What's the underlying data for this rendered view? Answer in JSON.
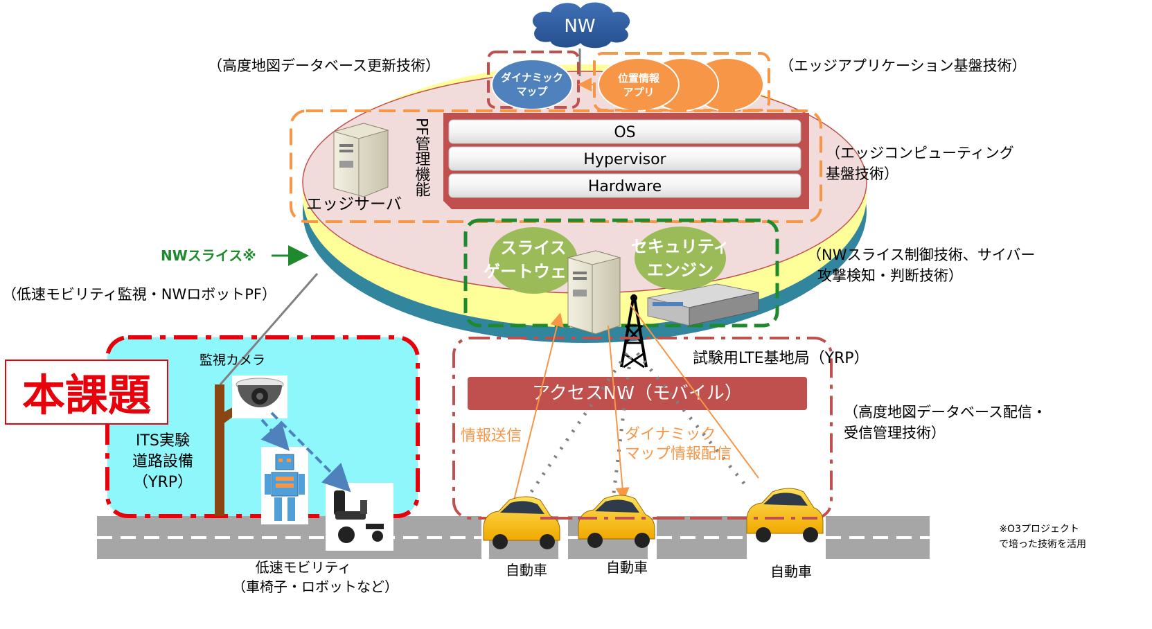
{
  "network": {
    "cloud_label": "NW"
  },
  "top_left_caption": "（高度地図データベース更新技術）",
  "top_right_caption": "（エッジアプリケーション基盤技術）",
  "dynamic_map": {
    "line1": "ダイナミック",
    "line2": "マップ"
  },
  "location_app": {
    "line1": "位置情報",
    "line2": "アプリ"
  },
  "edge_server_label": "エッジサーバ",
  "pf_management_label": "PF管理機能",
  "stack_layers": [
    "OS",
    "Hypervisor",
    "Hardware"
  ],
  "edge_computing_caption": {
    "line1": "（エッジコンピューティング",
    "line2": "基盤技術）"
  },
  "nw_slice_label": "NWスライス※",
  "slice_gateway": {
    "line1": "スライス",
    "line2": "ゲートウェイ"
  },
  "security_engine": {
    "line1": "セキュリティ",
    "line2": "エンジン"
  },
  "nw_slice_control_caption": {
    "line1": "（NWスライス制御技術、サイバー",
    "line2": "攻撃検知・判断技術）"
  },
  "low_speed_caption": "（低速モビリティ監視・NWロボットPF）",
  "main_topic_label": "本課題",
  "camera_label": "監視カメラ",
  "its_label": {
    "line1": "ITS実験",
    "line2": "道路設備",
    "line3": "（YRP）"
  },
  "lte_label": "試験用LTE基地局（YRP）",
  "access_nw_label": "アクセスNW（モバイル）",
  "info_send_label": "情報送信",
  "dynamic_map_delivery": {
    "line1": "ダイナミック",
    "line2": "マップ情報配信"
  },
  "delivery_caption": {
    "line1": "（高度地図データベース配信・",
    "line2": "受信管理技術）"
  },
  "low_speed_mobility": {
    "line1": "低速モビリティ",
    "line2": "（車椅子・ロボットなど）"
  },
  "car_labels": [
    "自動車",
    "自動車",
    "自動車"
  ],
  "note": {
    "line1": "※O3プロジェクト",
    "line2": "で培った技術を活用"
  },
  "colors": {
    "orange": "#f79646",
    "dark_red": "#c0504d",
    "green": "#1e8a2e",
    "pink": "#f2dcdb",
    "teal": "#31859c",
    "yellow": "#ffff99",
    "red": "#e8000b",
    "cyan": "#8ef7fb",
    "blue": "#4f81bd"
  }
}
